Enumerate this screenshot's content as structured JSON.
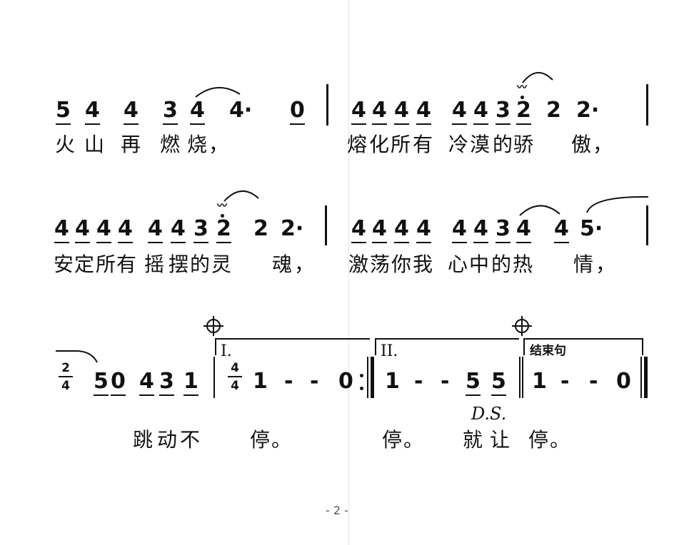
{
  "row1": {
    "notes": [
      "5",
      "4",
      "4",
      "3",
      "4",
      "4·",
      "0",
      "4",
      "4",
      "4",
      "4",
      "4",
      "4",
      "3",
      "2",
      "2",
      "2·"
    ],
    "lyrics": [
      "火",
      "山",
      "再",
      "燃",
      "烧",
      "，",
      "熔",
      "化",
      "所",
      "有",
      "冷",
      "漠",
      "的",
      "骄",
      "傲",
      "，"
    ]
  },
  "row2": {
    "notes": [
      "4",
      "4",
      "4",
      "4",
      "4",
      "4",
      "3",
      "2",
      "2",
      "2·",
      "4",
      "4",
      "4",
      "4",
      "4",
      "4",
      "3",
      "4",
      "4",
      "5·"
    ],
    "lyrics": [
      "安",
      "定",
      "所",
      "有",
      "摇",
      "摆",
      "的",
      "灵",
      "魂",
      "，",
      "激",
      "荡",
      "你",
      "我",
      "心",
      "中",
      "的",
      "热",
      "情",
      "，"
    ]
  },
  "row3": {
    "time_sig_a": {
      "top": "2",
      "bottom": "4"
    },
    "time_sig_b": {
      "top": "4",
      "bottom": "4"
    },
    "notes": [
      "5",
      "0",
      "4",
      "3",
      "1",
      "1",
      "-",
      "-",
      "0",
      "1",
      "-",
      "-",
      "5",
      "5",
      "1",
      "-",
      "-",
      "0"
    ],
    "volta1": "I.",
    "volta2": "II.",
    "ending_label": "结束句",
    "ds": "D.S.",
    "lyrics": [
      "跳",
      "动",
      "不",
      "停",
      "。",
      "停",
      "。",
      "就",
      "让",
      "停",
      "。"
    ]
  },
  "page_number": "- 2 -"
}
